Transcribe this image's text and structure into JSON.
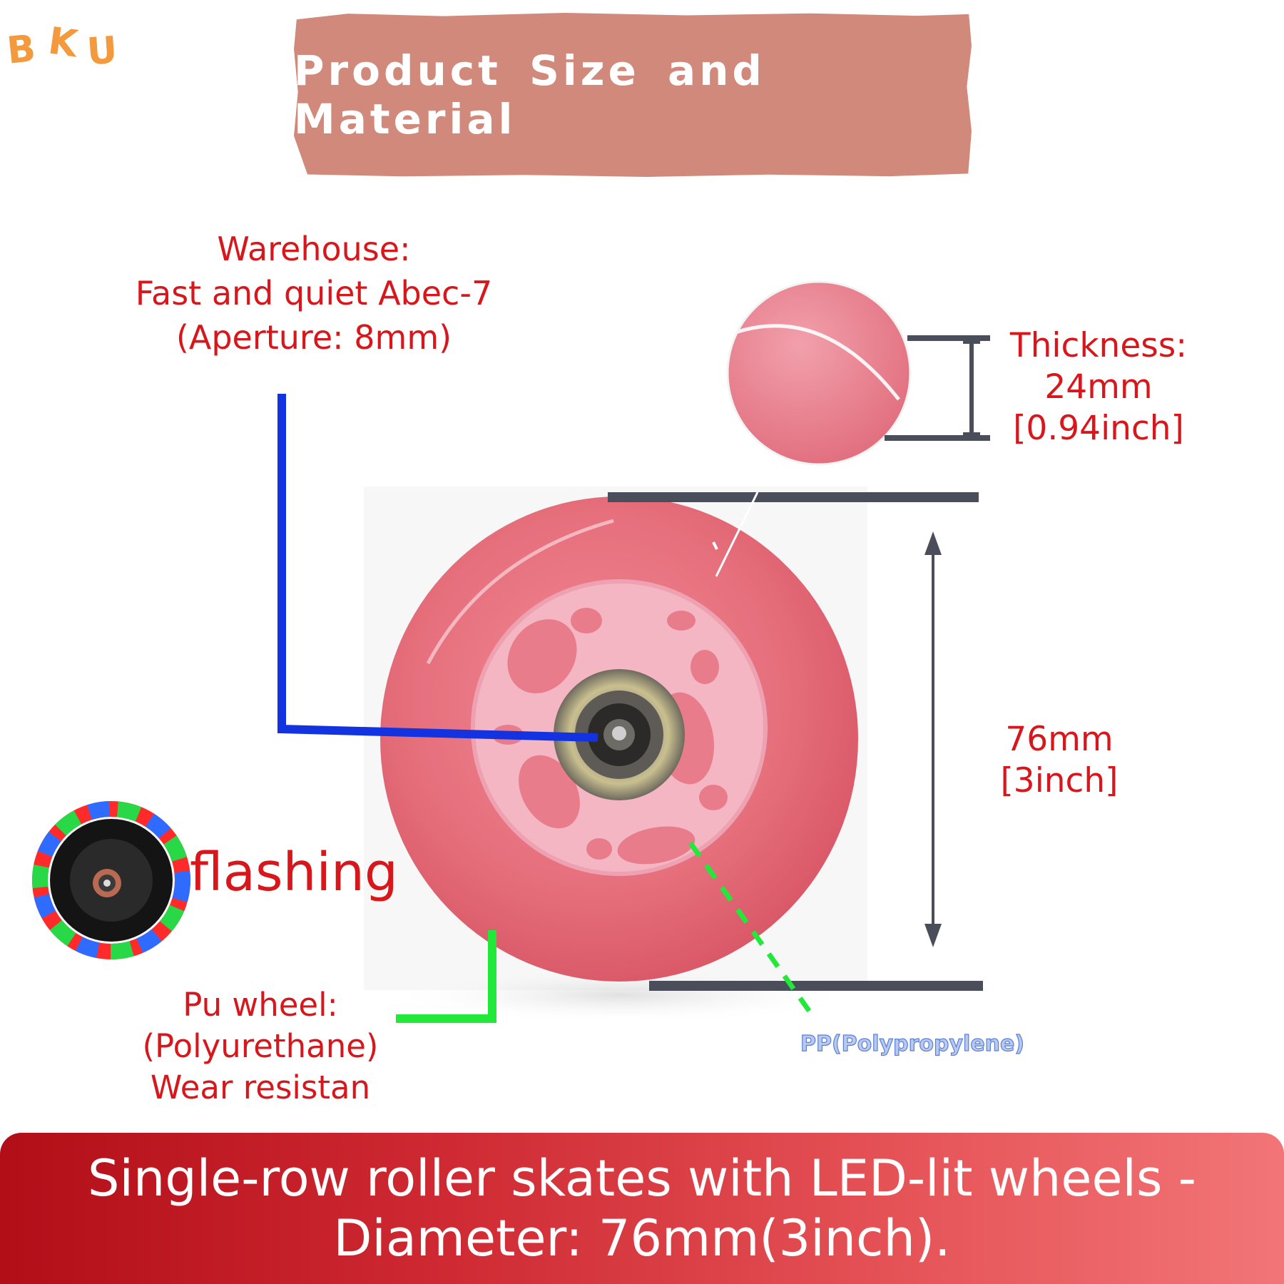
{
  "logo": {
    "letters": [
      "B",
      "K",
      "U"
    ]
  },
  "header": {
    "title": "Product Size and Material"
  },
  "callouts": {
    "warehouse": {
      "line1": "Warehouse:",
      "line2": "Fast and quiet Abec-7",
      "line3": "(Aperture: 8mm)"
    },
    "thickness": {
      "line1": "Thickness:",
      "line2": "24mm",
      "line3": "[0.94inch]"
    },
    "diameter": {
      "line1": "76mm",
      "line2": "[3inch]"
    },
    "flashing": "flashing",
    "pu_wheel": {
      "line1": "Pu wheel:",
      "line2": "(Polyurethane)",
      "line3": "Wear resistan"
    },
    "pp": "PP(Polypropylene)"
  },
  "footer": {
    "line1": "Single-row roller skates with LED-lit wheels -",
    "line2": "Diameter: 76mm(3inch)."
  },
  "colors": {
    "label_red": "#d7171c",
    "banner_pink": "#d0897a",
    "wheel_pink": "#e7737e",
    "hub_pink": "#f4b6c3",
    "bearing_line_blue": "#1433e0",
    "pu_line_green": "#22e83a",
    "dimension_gray": "#4a4d5a"
  }
}
